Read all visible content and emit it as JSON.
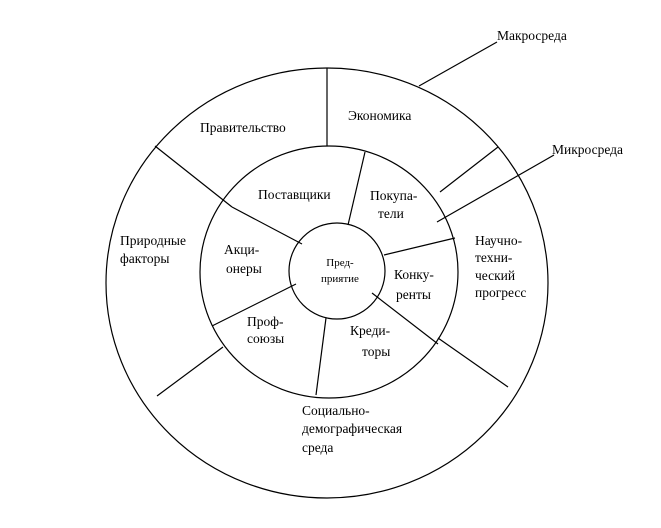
{
  "callouts": {
    "macro": "Макросреда",
    "micro": "Микросреда"
  },
  "center": {
    "line1": "Пред-",
    "line2": "приятие"
  },
  "inner_ring": {
    "suppliers": "Поставщики",
    "buyers_1": "Покупа-",
    "buyers_2": "тели",
    "competitors_1": "Конку-",
    "competitors_2": "ренты",
    "creditors_1": "Креди-",
    "creditors_2": "торы",
    "unions_1": "Проф-",
    "unions_2": "союзы",
    "shareholders_1": "Акци-",
    "shareholders_2": "онеры"
  },
  "outer_ring": {
    "government": "Правительство",
    "economy": "Экономика",
    "scitech_1": "Научно-",
    "scitech_2": "техни-",
    "scitech_3": "ческий",
    "scitech_4": "прогресс",
    "social_1": "Социально-",
    "social_2": "демографическая",
    "social_3": "среда",
    "natural_1": "Природные",
    "natural_2": "факторы"
  }
}
